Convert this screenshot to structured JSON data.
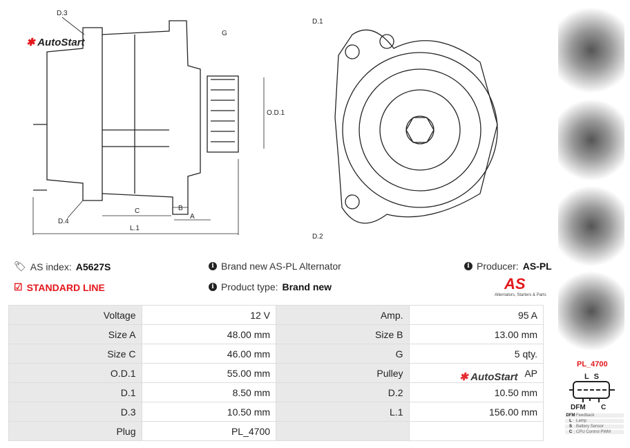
{
  "brand": {
    "logo": "AutoStart",
    "as_logo_text": "AS",
    "as_tagline": "Alternators, Starters & Parts"
  },
  "drawing_labels": {
    "d3": "D.3",
    "d4": "D.4",
    "g": "G",
    "od1": "O.D.1",
    "b": "B",
    "a": "A",
    "c": "C",
    "l1": "L.1",
    "d1": "D.1",
    "d2": "D.2"
  },
  "info": {
    "as_index_label": "AS index:",
    "as_index": "A5627S",
    "standard_line": "STANDARD LINE",
    "description": "Brand new AS-PL Alternator",
    "product_type_label": "Product type:",
    "product_type": "Brand new",
    "producer_label": "Producer:",
    "producer": "AS-PL"
  },
  "specs": [
    [
      "Voltage",
      "12 V",
      "Amp.",
      "95 A"
    ],
    [
      "Size A",
      "48.00 mm",
      "Size B",
      "13.00 mm"
    ],
    [
      "Size C",
      "46.00 mm",
      "G",
      "5 qty."
    ],
    [
      "O.D.1",
      "55.00 mm",
      "Pulley",
      "AP"
    ],
    [
      "D.1",
      "8.50 mm",
      "D.2",
      "10.50 mm"
    ],
    [
      "D.3",
      "10.50 mm",
      "L.1",
      "156.00 mm"
    ],
    [
      "Plug",
      "PL_4700",
      "",
      ""
    ]
  ],
  "plug": {
    "name": "PL_4700",
    "pins_top": "L S",
    "pin_dfm": "DFM",
    "pin_c": "C",
    "legend": [
      [
        "DFM",
        "Feedback"
      ],
      [
        "L",
        "Lamp"
      ],
      [
        "S",
        "Battery Sensor"
      ],
      [
        "C",
        "CPU Control PWM"
      ]
    ]
  },
  "colors": {
    "accent": "#e3161b"
  }
}
